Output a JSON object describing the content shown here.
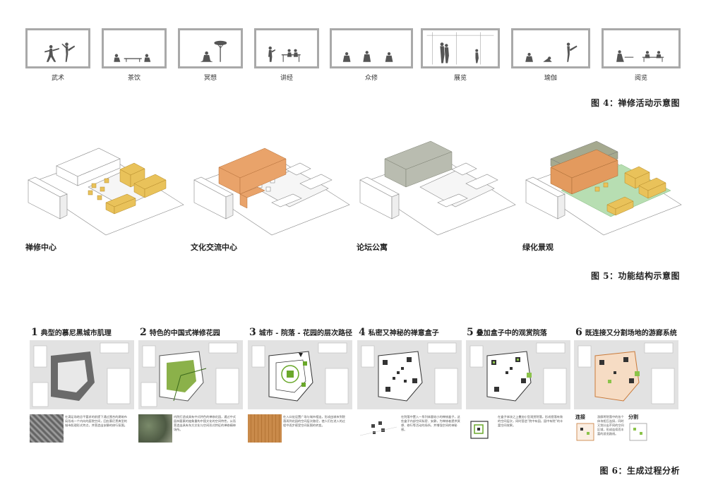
{
  "activities": [
    {
      "label": "武术",
      "icon": "martial-arts-icon"
    },
    {
      "label": "茶饮",
      "icon": "tea-icon"
    },
    {
      "label": "冥想",
      "icon": "meditation-icon"
    },
    {
      "label": "讲经",
      "icon": "lecture-icon"
    },
    {
      "label": "众修",
      "icon": "group-practice-icon"
    },
    {
      "label": "展览",
      "icon": "exhibition-icon"
    },
    {
      "label": "瑜伽",
      "icon": "yoga-icon"
    },
    {
      "label": "阅览",
      "icon": "reading-icon"
    }
  ],
  "fig4_caption": "图 4：禅修活动示意图",
  "functions": [
    {
      "label": "禅修中心",
      "color": "#e9c25a"
    },
    {
      "label": "文化交流中心",
      "color": "#e9a36a"
    },
    {
      "label": "论坛公寓",
      "color": "#b9bcb0"
    },
    {
      "label": "绿化景观",
      "color": "#b7deb2"
    }
  ],
  "fig5_caption": "图 5：功能结构示意图",
  "steps": [
    {
      "num": "1",
      "title": "典型的慕尼黑城市肌理",
      "desc": "在满足场地总平要求的前提下通过围合的建筑布局形成一个内向的庭院空间，回应慕尼黑典型的城市肌理形式特点，并营造出安静的修行氛围。"
    },
    {
      "num": "2",
      "title": "特色的中国式禅修花园",
      "desc": "内院打造成具有中式特色的禅修花园，通过中式园林要素的抽象重构中国文化的空间特性，从而营造出具有东方文化与空间形式特征的禅修精神场所。"
    },
    {
      "num": "3",
      "title": "城市 - 院落 - 花园的层次路径",
      "desc": "在入口处设置广场与城市相连，形成由城市到院落再到花园的空间层次路径，使人们在进入的过程中逐步感受空间氛围的转变。"
    },
    {
      "num": "4",
      "title": "私密又神秘的禅意盒子",
      "desc": "在院落中置入一系列体量较小的禅修盒子，这些盒子内部空间私密、安静，为禅修者提供冥想、修行等活动的场所，并增强空间的神秘感。"
    },
    {
      "num": "5",
      "title": "叠加盒子中的观赏院落",
      "desc": "在盒子体块之上叠加小型观赏院落，形成错落有致的空间层次，同时营造“院中有园，园中有院”的丰富空间效果。"
    },
    {
      "num": "6",
      "title": "既连接又分割场地的游廊系统",
      "desc": "游廊将院落中的各个体块相互连接，同时又划分出不同的空间区域，形成连续而丰富的游览路线。"
    }
  ],
  "step6_sub": [
    "连接",
    "分割"
  ],
  "fig6_caption": "图 6：生成过程分析"
}
